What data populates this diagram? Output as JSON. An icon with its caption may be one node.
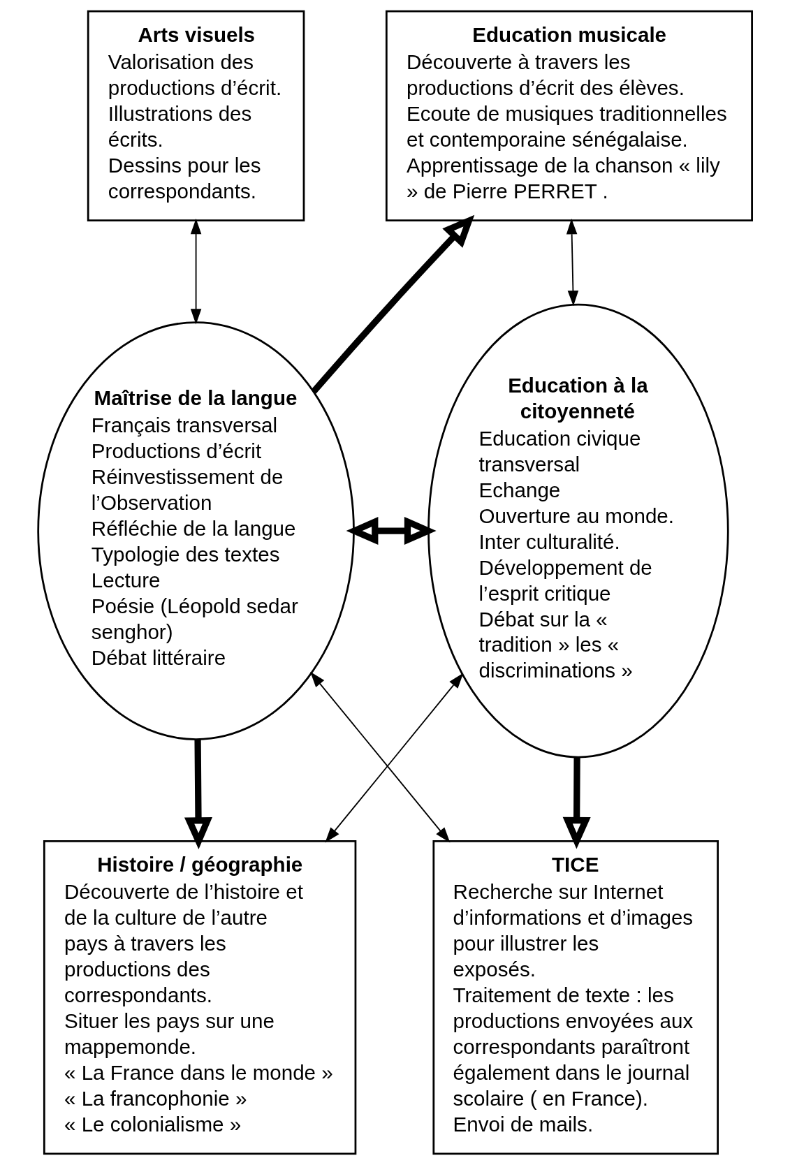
{
  "diagram": {
    "nodes": [
      {
        "text": [
          "Education musicale",
          "Découverte à travers les productions d’écrit des élèves.",
          "Ecoute de musiques traditionnelles et contemporaine sénégalaise.",
          "Apprentissage de la chanson « lily » de Pierre PERRET ."
        ]
      },
      {
        "text": [
          "Arts visuels",
          "Valorisation des productions d’écrit.",
          "Illustrations des écrits.",
          "Dessins pour les correspondants."
        ]
      },
      {
        "text": [
          "Maîtrise de la langue",
          "Français transversal",
          "Productions d’écrit",
          "Réinvestissement de l’Observation Réfléchie de la langue",
          "Typologie des textes",
          "Lecture",
          "Poésie (Léopold sedar senghor)",
          "Débat littéraire"
        ]
      },
      {
        "text": [
          "Education à la citoyenneté",
          "Education civique transversal",
          "Echange",
          "Ouverture au monde.",
          "Inter culturalité.",
          "Développement de l’esprit critique",
          "Débat sur la « tradition » les « discriminations »"
        ]
      },
      {
        "text": [
          "Histoire / géographie",
          "Découverte de l’histoire et de la culture de l’autre pays à travers les productions des correspondants.",
          "Situer les pays sur une mappemonde.",
          "« La France dans le monde »",
          "« La francophonie »",
          "« Le colonialisme »"
        ]
      },
      {
        "text": [
          "TICE",
          "Recherche sur Internet d’informations et d’images pour illustrer les exposés.",
          "Traitement de texte : les productions envoyées aux correspondants paraîtront également dans le journal scolaire ( en France).",
          "Envoi de mails."
        ]
      }
    ],
    "edges": [
      {
        "from": 2,
        "to": 0,
        "arrow": "to",
        "style": "thick"
      },
      {
        "from": 0,
        "to": 3,
        "arrow": "both"
      },
      {
        "from": 2,
        "to": 1,
        "arrow": "both"
      },
      {
        "from": 2,
        "to": 3,
        "arrow": "both",
        "style": "thick"
      },
      {
        "from": 2,
        "to": 4,
        "arrow": "to",
        "style": "thick"
      },
      {
        "from": 3,
        "to": 5,
        "arrow": "to",
        "style": "thick"
      },
      {
        "from": 2,
        "to": 5,
        "arrow": "both"
      },
      {
        "from": 3,
        "to": 4,
        "arrow": "both"
      }
    ]
  }
}
